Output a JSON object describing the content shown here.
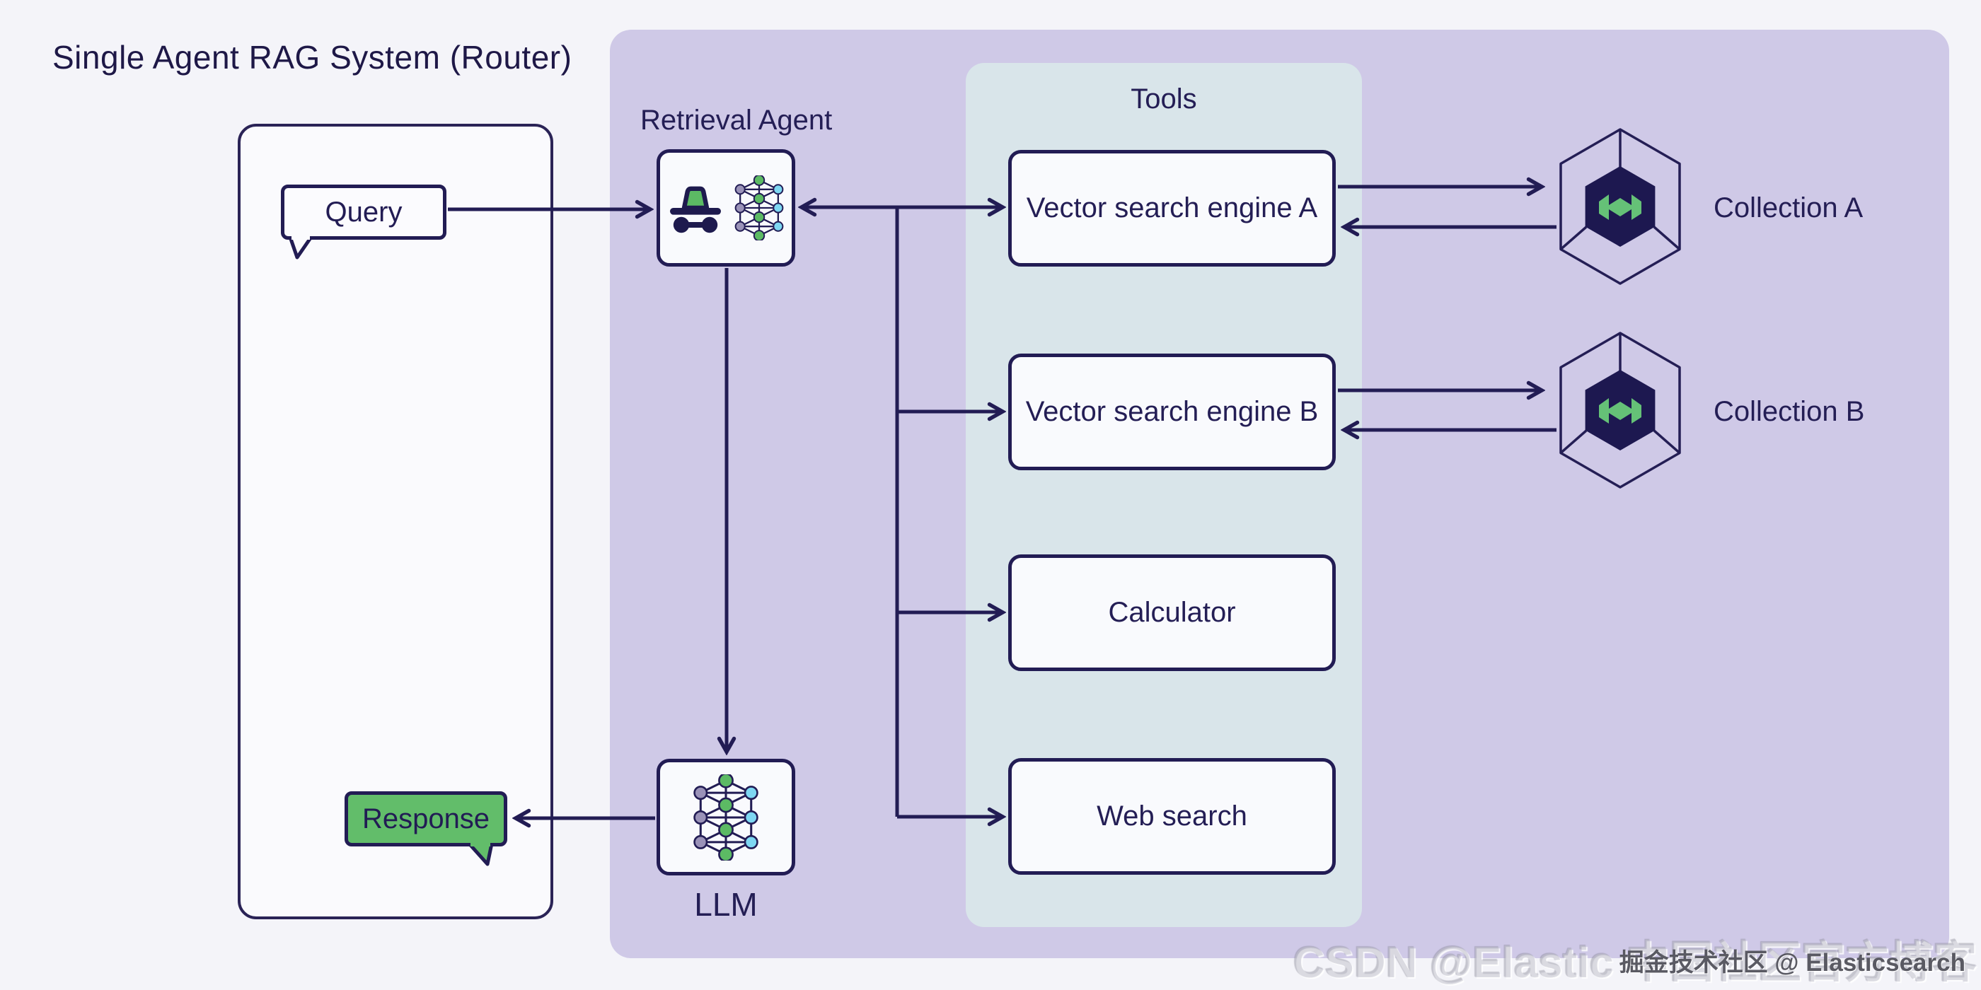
{
  "title": "Single Agent RAG System (Router)",
  "agent": {
    "label": "Retrieval Agent"
  },
  "llm": {
    "label": "LLM"
  },
  "user_flow": {
    "query_label": "Query",
    "response_label": "Response"
  },
  "tools_panel": {
    "title": "Tools",
    "tools": [
      "Vector search engine A",
      "Vector search engine B",
      "Calculator",
      "Web search"
    ]
  },
  "collections": [
    {
      "label": "Collection A"
    },
    {
      "label": "Collection B"
    }
  ],
  "watermarks": {
    "large": "CSDN @Elastic 中国社区官方博客",
    "small": "掘金技术社区 @ Elasticsearch"
  },
  "icons": {
    "agent": [
      "incognito-icon",
      "neural-network-icon"
    ],
    "llm": "neural-network-icon",
    "collection": "weaviate-hexagon-icon"
  },
  "colors": {
    "navy": "#221c54",
    "green": "#5cba64",
    "lavender_panel": "#cfc9e7",
    "tools_panel": "#d9e5ea",
    "node_cyan": "#7ed7f2",
    "node_purple": "#9a92b8",
    "background": "#f4f4f9",
    "box_fill": "#f9fafd"
  }
}
